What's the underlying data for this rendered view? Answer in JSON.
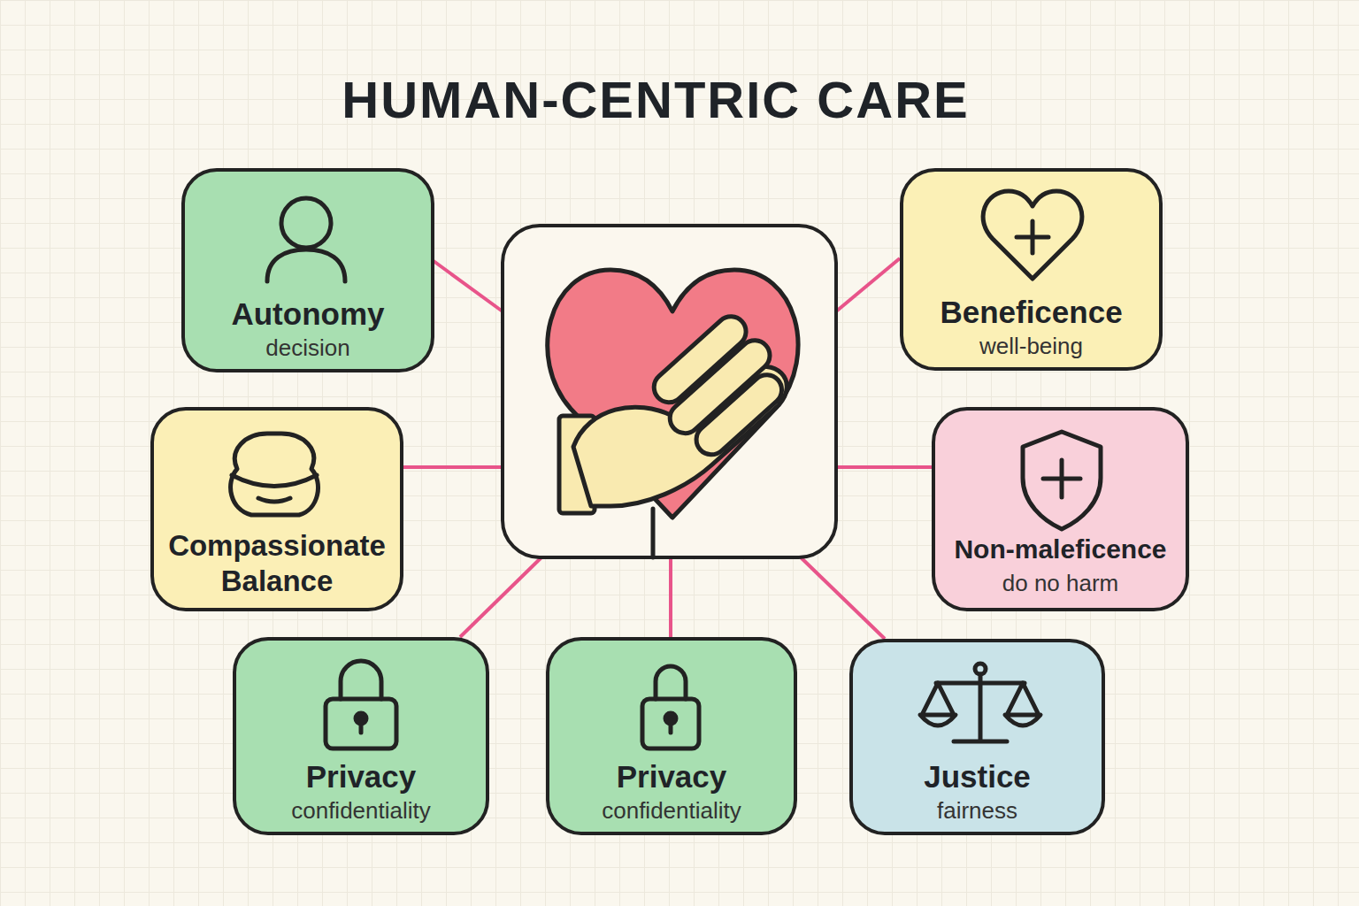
{
  "diagram": {
    "title": "HUMAN-CENTRIC CARE",
    "nodes": [
      {
        "text": [
          "Autonomy",
          "decision"
        ]
      },
      {
        "text": [
          "Beneficence",
          "well-being"
        ]
      },
      {
        "text": [
          "Compassionate Balance"
        ]
      },
      {
        "text": [
          "Non-maleficence",
          "do no harm"
        ]
      },
      {
        "text": [
          "Privacy",
          "confidentiality"
        ]
      },
      {
        "text": [
          "Privacy",
          "confidentiality"
        ]
      },
      {
        "text": [
          "Justice",
          "fairness"
        ]
      }
    ]
  }
}
